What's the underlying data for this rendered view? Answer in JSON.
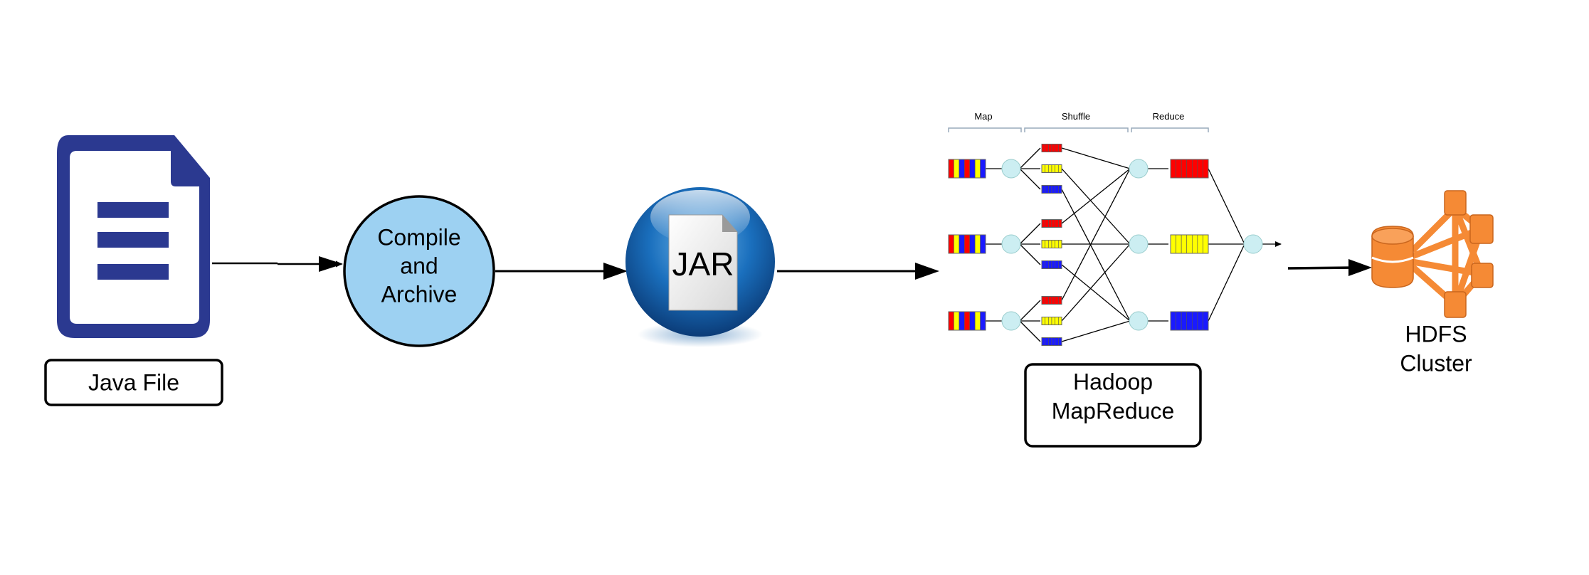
{
  "nodes": {
    "java_file": {
      "label": "Java File",
      "icon": "document-icon"
    },
    "compile": {
      "line1": "Compile",
      "line2": "and",
      "line3": "Archive"
    },
    "jar": {
      "label": "JAR",
      "icon": "jar-file-icon"
    },
    "mapreduce": {
      "label_line1": "Hadoop",
      "label_line2": "MapReduce",
      "phase_map": "Map",
      "phase_shuffle": "Shuffle",
      "phase_reduce": "Reduce"
    },
    "hdfs": {
      "line1": "HDFS",
      "line2": "Cluster",
      "icon": "cluster-icon"
    }
  },
  "colors": {
    "doc_blue": "#2b3990",
    "compile_fill": "#9dd1f2",
    "jar_blue": "#1565b0",
    "hdfs_orange": "#f58a35",
    "bin_red": "#ff0000",
    "bin_yellow": "#ffff00",
    "bin_blue": "#1a1aff",
    "node_fill": "#cceef2"
  }
}
